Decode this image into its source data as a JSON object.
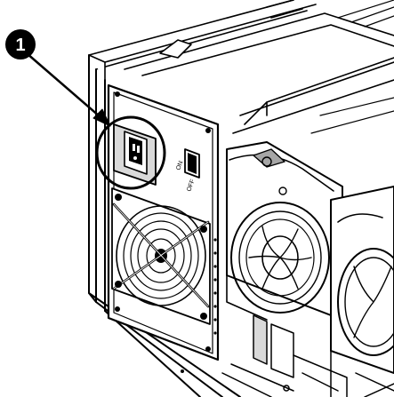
{
  "callout": {
    "number": "1",
    "target": "power-inlet"
  },
  "colors": {
    "ink": "#000000",
    "paper": "#ffffff",
    "shade": "#d9d9d9",
    "midtone": "#a6a6a6"
  },
  "labels": {
    "switch_on": "ON",
    "switch_off": "OFF"
  }
}
